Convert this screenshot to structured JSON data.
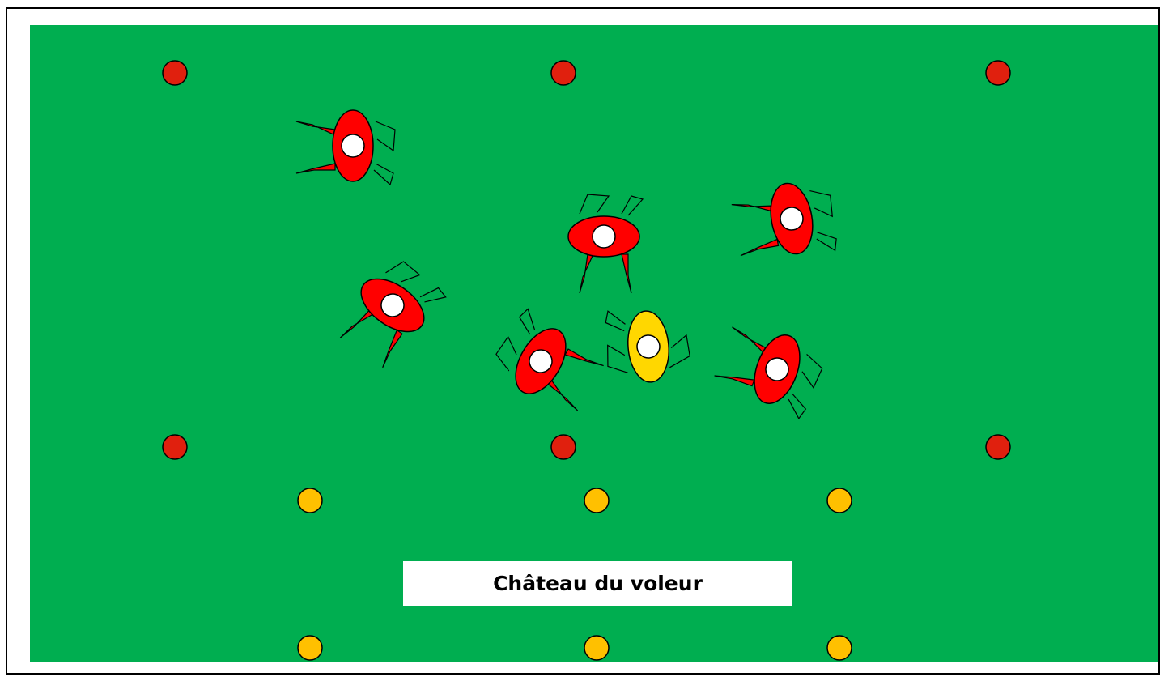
{
  "zone_label": "Château du voleur",
  "colors": {
    "field": "#00ae50",
    "red_cone": "#e0200e",
    "yellow_cone": "#ffc000",
    "defender": "#ff0000",
    "thief": "#ffd700"
  },
  "red_cones": 6,
  "yellow_cones": 6,
  "players": [
    {
      "team": "defender"
    },
    {
      "team": "defender"
    },
    {
      "team": "defender"
    },
    {
      "team": "defender"
    },
    {
      "team": "defender"
    },
    {
      "team": "defender"
    },
    {
      "team": "thief"
    }
  ]
}
